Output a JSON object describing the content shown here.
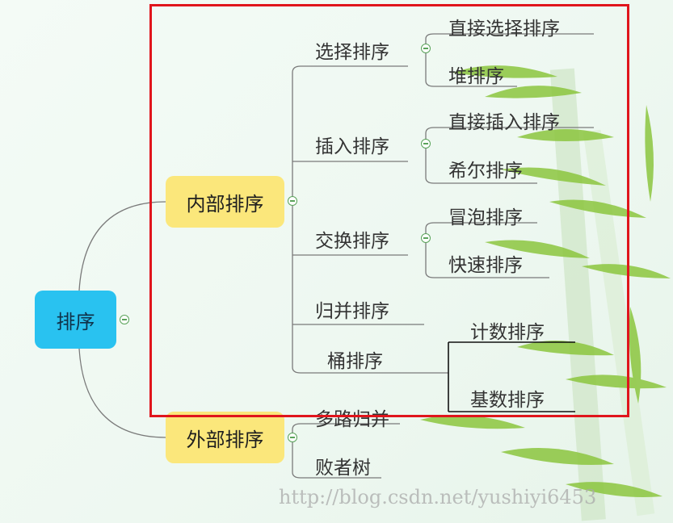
{
  "colors": {
    "root": "#29c2f0",
    "level1": "#fbe77b",
    "highlight": "#e0151c",
    "branch": "#7a7a7a"
  },
  "root": {
    "label": "排序"
  },
  "internal": {
    "label": "内部排序",
    "groups": [
      {
        "label": "选择排序",
        "children": [
          "直接选择排序",
          "堆排序"
        ]
      },
      {
        "label": "插入排序",
        "children": [
          "直接插入排序",
          "希尔排序"
        ]
      },
      {
        "label": "交换排序",
        "children": [
          "冒泡排序",
          "快速排序"
        ]
      },
      {
        "label": "归并排序"
      },
      {
        "label": "桶排序",
        "children": [
          "计数排序",
          "基数排序"
        ]
      }
    ]
  },
  "external": {
    "label": "外部排序",
    "children": [
      "多路归并",
      "败者树"
    ]
  },
  "watermark": "http://blog.csdn.net/yushiyi6453"
}
